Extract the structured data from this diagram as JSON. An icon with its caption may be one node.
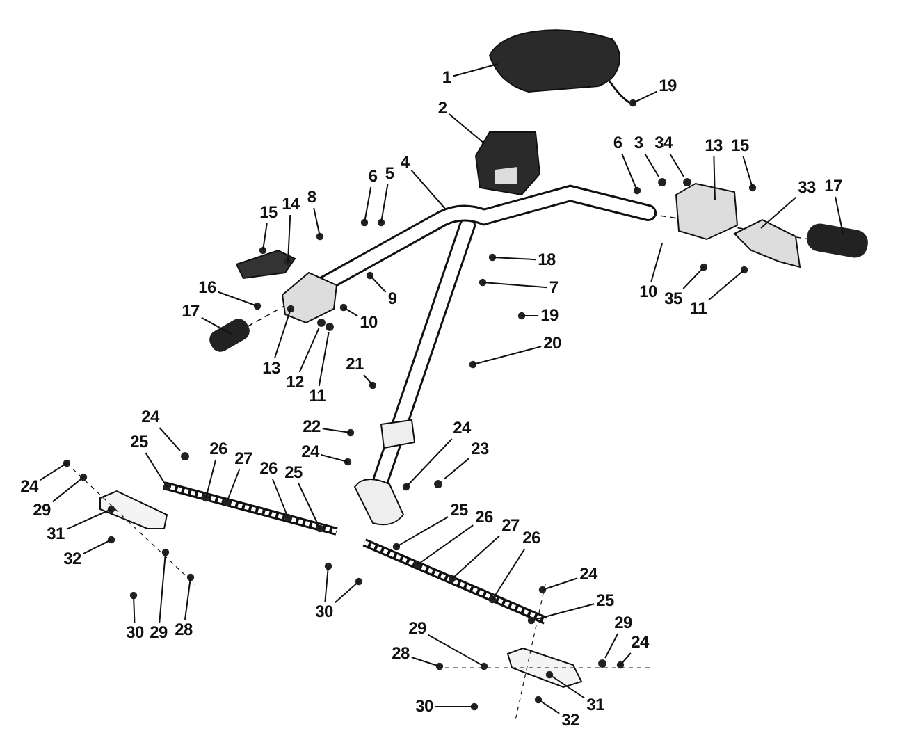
{
  "diagram": {
    "nodes": [
      {
        "text": [
          "1"
        ]
      },
      {
        "text": [
          "19"
        ]
      },
      {
        "text": [
          "2"
        ]
      },
      {
        "text": [
          "4"
        ]
      },
      {
        "text": [
          "6"
        ]
      },
      {
        "text": [
          "3"
        ]
      },
      {
        "text": [
          "34"
        ]
      },
      {
        "text": [
          "13"
        ]
      },
      {
        "text": [
          "15"
        ]
      },
      {
        "text": [
          "5"
        ]
      },
      {
        "text": [
          "6"
        ]
      },
      {
        "text": [
          "33"
        ]
      },
      {
        "text": [
          "17"
        ]
      },
      {
        "text": [
          "8"
        ]
      },
      {
        "text": [
          "14"
        ]
      },
      {
        "text": [
          "15"
        ]
      },
      {
        "text": [
          "18"
        ]
      },
      {
        "text": [
          "16"
        ]
      },
      {
        "text": [
          "7"
        ]
      },
      {
        "text": [
          "10"
        ]
      },
      {
        "text": [
          "35"
        ]
      },
      {
        "text": [
          "11"
        ]
      },
      {
        "text": [
          "9"
        ]
      },
      {
        "text": [
          "17"
        ]
      },
      {
        "text": [
          "19"
        ]
      },
      {
        "text": [
          "10"
        ]
      },
      {
        "text": [
          "20"
        ]
      },
      {
        "text": [
          "21"
        ]
      },
      {
        "text": [
          "13"
        ]
      },
      {
        "text": [
          "12"
        ]
      },
      {
        "text": [
          "11"
        ]
      },
      {
        "text": [
          "24"
        ]
      },
      {
        "text": [
          "22"
        ]
      },
      {
        "text": [
          "24"
        ]
      },
      {
        "text": [
          "25"
        ]
      },
      {
        "text": [
          "26"
        ]
      },
      {
        "text": [
          "23"
        ]
      },
      {
        "text": [
          "24"
        ]
      },
      {
        "text": [
          "27"
        ]
      },
      {
        "text": [
          "26"
        ]
      },
      {
        "text": [
          "25"
        ]
      },
      {
        "text": [
          "24"
        ]
      },
      {
        "text": [
          "29"
        ]
      },
      {
        "text": [
          "25"
        ]
      },
      {
        "text": [
          "26"
        ]
      },
      {
        "text": [
          "27"
        ]
      },
      {
        "text": [
          "31"
        ]
      },
      {
        "text": [
          "26"
        ]
      },
      {
        "text": [
          "32"
        ]
      },
      {
        "text": [
          "24"
        ]
      },
      {
        "text": [
          "25"
        ]
      },
      {
        "text": [
          "30"
        ]
      },
      {
        "text": [
          "29"
        ]
      },
      {
        "text": [
          "29"
        ]
      },
      {
        "text": [
          "28"
        ]
      },
      {
        "text": [
          "29"
        ]
      },
      {
        "text": [
          "30"
        ]
      },
      {
        "text": [
          "24"
        ]
      },
      {
        "text": [
          "28"
        ]
      },
      {
        "text": [
          "31"
        ]
      },
      {
        "text": [
          "30"
        ]
      },
      {
        "text": [
          "32"
        ]
      },
      {
        "text": [],
        "shape": "circle"
      },
      {
        "text": [],
        "shape": "circle"
      },
      {
        "text": [],
        "shape": "circle"
      },
      {
        "text": [],
        "shape": "circle"
      },
      {
        "text": [],
        "shape": "circle"
      },
      {
        "text": [],
        "shape": "circle"
      },
      {
        "text": [],
        "shape": "circle"
      }
    ],
    "edges": [
      {
        "from": 0,
        "to": null,
        "arrow": "none"
      },
      {
        "from": 1,
        "to": null,
        "arrow": "none"
      },
      {
        "from": 2,
        "to": null,
        "arrow": "none"
      },
      {
        "from": 3,
        "to": null,
        "arrow": "none"
      },
      {
        "from": 4,
        "to": null,
        "arrow": "none"
      },
      {
        "from": 5,
        "to": 62,
        "arrow": "none"
      },
      {
        "from": 6,
        "to": 63,
        "arrow": "none"
      },
      {
        "from": 7,
        "to": null,
        "arrow": "none"
      },
      {
        "from": 8,
        "to": null,
        "arrow": "none"
      },
      {
        "from": 9,
        "to": null,
        "arrow": "none"
      },
      {
        "from": 10,
        "to": null,
        "arrow": "none"
      },
      {
        "from": 11,
        "to": null,
        "arrow": "none"
      },
      {
        "from": 12,
        "to": null,
        "arrow": "none"
      },
      {
        "from": 13,
        "to": null,
        "arrow": "none"
      },
      {
        "from": 14,
        "to": null,
        "arrow": "none"
      },
      {
        "from": 15,
        "to": null,
        "arrow": "none"
      },
      {
        "from": 16,
        "to": null,
        "arrow": "none"
      },
      {
        "from": 17,
        "to": null,
        "arrow": "none"
      },
      {
        "from": 18,
        "to": null,
        "arrow": "none"
      },
      {
        "from": 19,
        "to": null,
        "arrow": "none"
      },
      {
        "from": 20,
        "to": null,
        "arrow": "none"
      },
      {
        "from": 21,
        "to": null,
        "arrow": "none"
      },
      {
        "from": 22,
        "to": null,
        "arrow": "none"
      },
      {
        "from": 23,
        "to": null,
        "arrow": "none"
      },
      {
        "from": 24,
        "to": null,
        "arrow": "none"
      },
      {
        "from": 25,
        "to": null,
        "arrow": "none"
      },
      {
        "from": 26,
        "to": null,
        "arrow": "none"
      },
      {
        "from": 27,
        "to": null,
        "arrow": "none"
      },
      {
        "from": 28,
        "to": null,
        "arrow": "none"
      },
      {
        "from": 29,
        "to": 64,
        "arrow": "none"
      },
      {
        "from": 30,
        "to": 65,
        "arrow": "none"
      },
      {
        "from": 31,
        "to": 66,
        "arrow": "none"
      },
      {
        "from": 32,
        "to": null,
        "arrow": "none"
      },
      {
        "from": 33,
        "to": null,
        "arrow": "none"
      },
      {
        "from": 34,
        "to": null,
        "arrow": "none"
      },
      {
        "from": 35,
        "to": null,
        "arrow": "none"
      },
      {
        "from": 36,
        "to": 67,
        "arrow": "none"
      },
      {
        "from": 37,
        "to": null,
        "arrow": "none"
      },
      {
        "from": 38,
        "to": null,
        "arrow": "none"
      },
      {
        "from": 39,
        "to": null,
        "arrow": "none"
      },
      {
        "from": 40,
        "to": null,
        "arrow": "none"
      },
      {
        "from": 41,
        "to": null,
        "arrow": "none"
      },
      {
        "from": 42,
        "to": null,
        "arrow": "none"
      },
      {
        "from": 43,
        "to": null,
        "arrow": "none"
      },
      {
        "from": 44,
        "to": null,
        "arrow": "none"
      },
      {
        "from": 45,
        "to": null,
        "arrow": "none"
      },
      {
        "from": 46,
        "to": null,
        "arrow": "none"
      },
      {
        "from": 47,
        "to": null,
        "arrow": "none"
      },
      {
        "from": 48,
        "to": null,
        "arrow": "none"
      },
      {
        "from": 49,
        "to": null,
        "arrow": "none"
      },
      {
        "from": 50,
        "to": null,
        "arrow": "none"
      },
      {
        "from": 51,
        "to": null,
        "arrow": "none"
      },
      {
        "from": 51,
        "to": null,
        "arrow": "none"
      },
      {
        "from": 52,
        "to": 68,
        "arrow": "none"
      },
      {
        "from": 53,
        "to": null,
        "arrow": "none"
      },
      {
        "from": 54,
        "to": null,
        "arrow": "none"
      },
      {
        "from": 55,
        "to": null,
        "arrow": "none"
      },
      {
        "from": 56,
        "to": null,
        "arrow": "none"
      },
      {
        "from": 57,
        "to": null,
        "arrow": "none"
      },
      {
        "from": 58,
        "to": null,
        "arrow": "none"
      },
      {
        "from": 59,
        "to": null,
        "arrow": "none"
      },
      {
        "from": 60,
        "to": null,
        "arrow": "none"
      },
      {
        "from": 61,
        "to": null,
        "arrow": "none"
      }
    ]
  }
}
